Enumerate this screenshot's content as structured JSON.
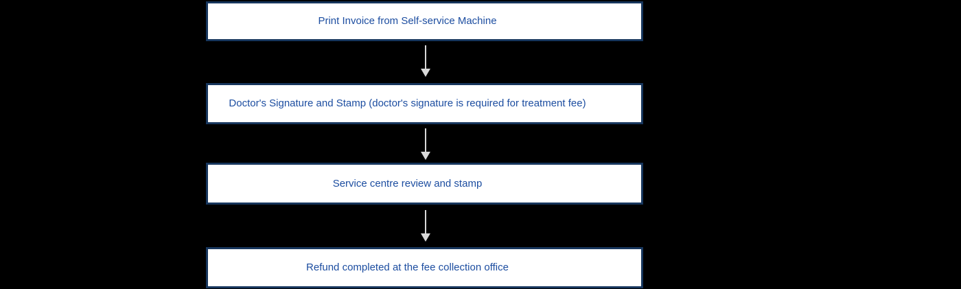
{
  "flowchart": {
    "colors": {
      "page-bg": "#000000",
      "box-fill": "#FFFFFF",
      "box-border": "#17365D",
      "box-text": "#1C4DA0",
      "arrow": "#D9D9D9"
    },
    "steps": [
      {
        "label": "Print Invoice from Self-service Machine"
      },
      {
        "label": "Doctor's Signature and Stamp (doctor's signature is required for treatment fee)"
      },
      {
        "label": "Service centre review and stamp"
      },
      {
        "label": "Refund completed at the fee collection office"
      }
    ]
  }
}
